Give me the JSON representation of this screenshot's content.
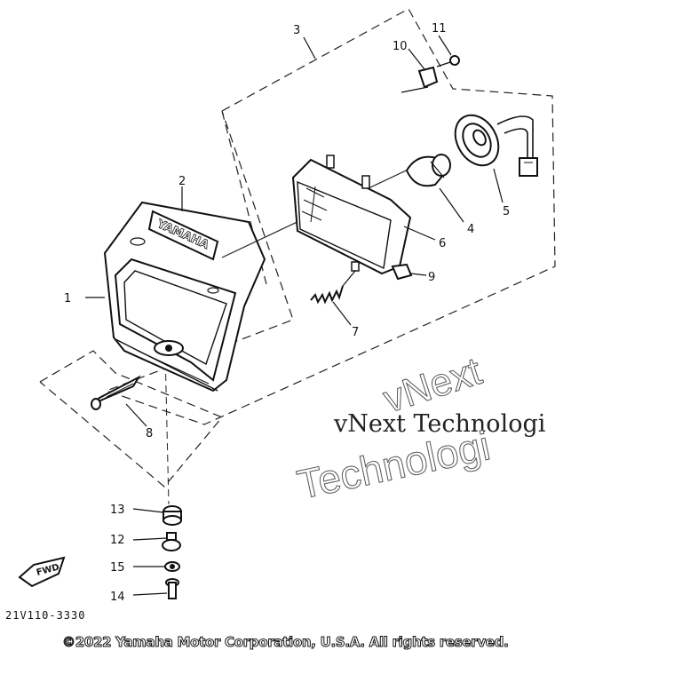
{
  "diagram": {
    "callouts": {
      "c1": "1",
      "c2": "2",
      "c3": "3",
      "c4": "4",
      "c5": "5",
      "c6": "6",
      "c7": "7",
      "c8": "8",
      "c9": "9",
      "c10": "10",
      "c11": "11",
      "c12": "12",
      "c13": "13",
      "c14": "14",
      "c15": "15"
    },
    "brand_text": "YAMAHA",
    "fwd_text": "FWD",
    "part_code": "21V110-3330"
  },
  "watermark": {
    "line_serif": "vNext Technologi",
    "line_outline_1": "vNext",
    "line_outline_2": "Technologi"
  },
  "footer": {
    "copyright": "©2022 Yamaha Motor Corporation, U.S.A. All rights reserved."
  }
}
